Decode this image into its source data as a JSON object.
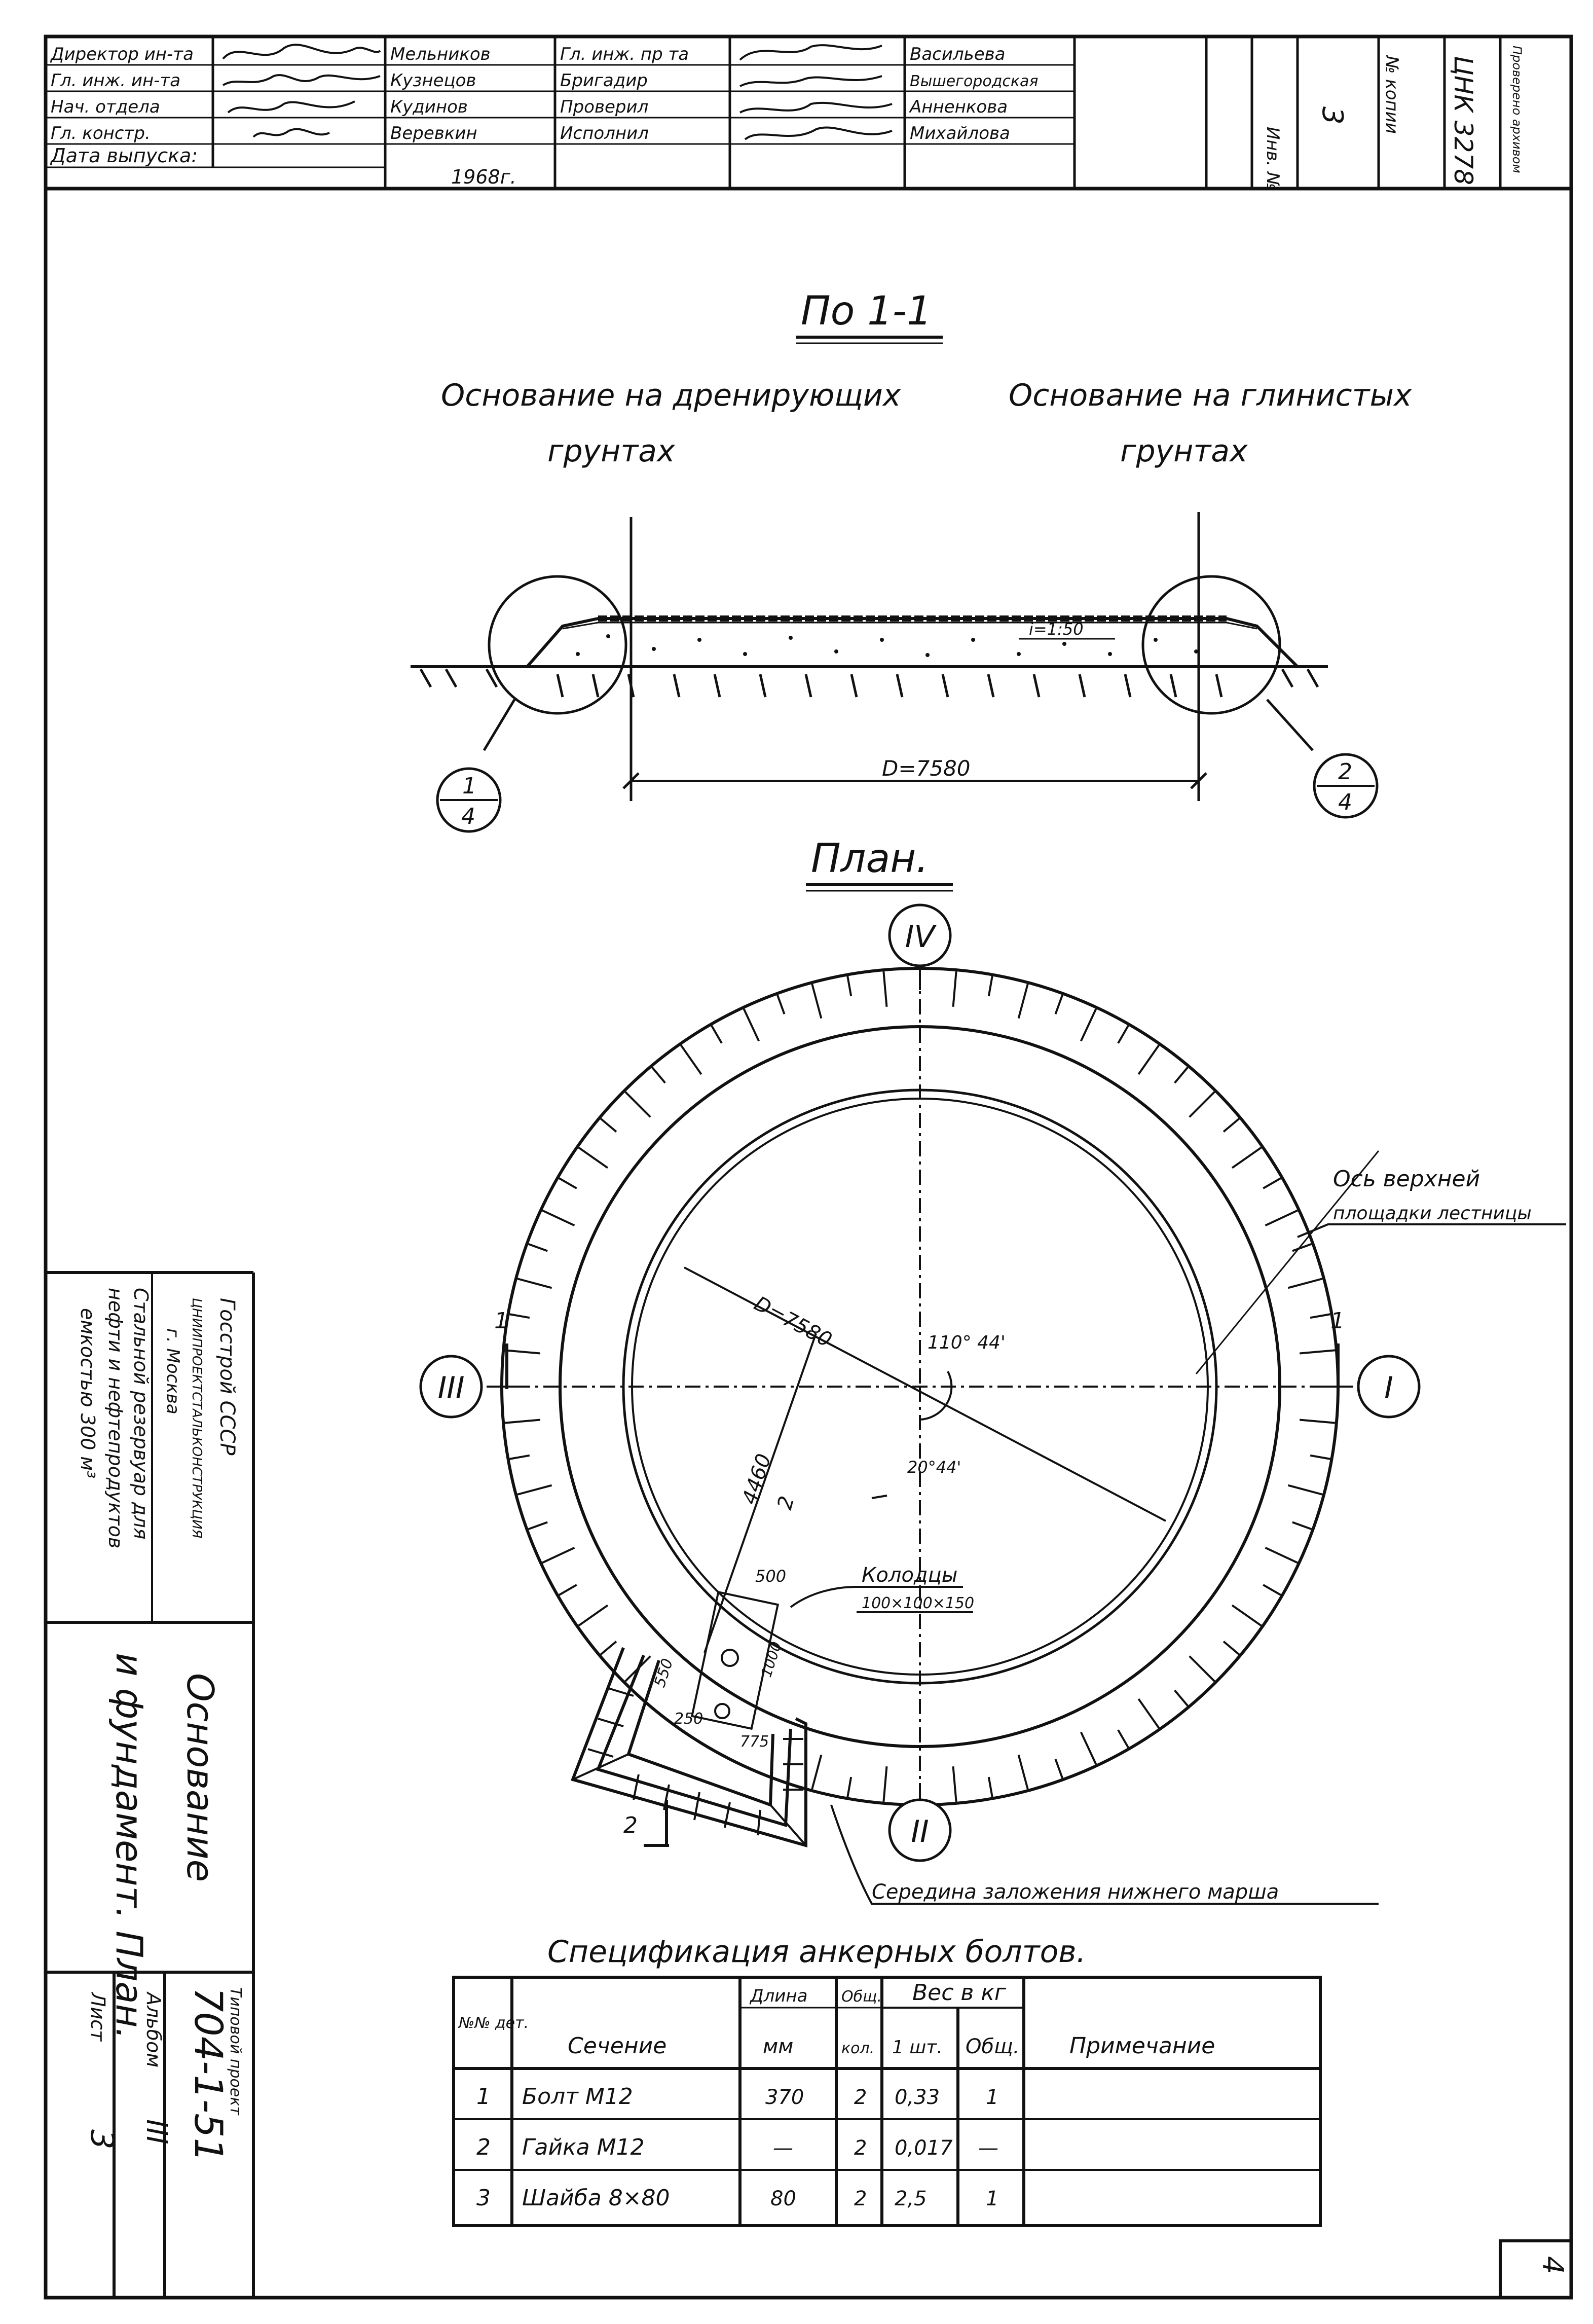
{
  "stamp": {
    "rows": [
      {
        "role": "Директор ин-та",
        "name": "Мельников",
        "role2": "Гл. инж. пр та",
        "name2": "Васильева"
      },
      {
        "role": "Гл. инж. ин-та",
        "name": "Кузнецов",
        "role2": "Бригадир",
        "name2": "Вышегородская"
      },
      {
        "role": "Нач. отдела",
        "name": "Кудинов",
        "role2": "Проверил",
        "name2": "Анненкова"
      },
      {
        "role": "Гл. констр.",
        "name": "Веревкин",
        "role2": "Исполнил",
        "name2": "Михайлова"
      }
    ],
    "date_label": "Дата выпуска:",
    "date_value": "1968г.",
    "col_inv": "Инв. №",
    "sheet_no": "3",
    "col_copy": "№ копии",
    "archive_no": "ЦНК 3278",
    "col_checked": "Проверено архивом"
  },
  "section": {
    "title": "По 1-1",
    "left_caption_1": "Основание на дренирующих",
    "left_caption_2": "грунтах",
    "right_caption_1": "Основание на глинистых",
    "right_caption_2": "грунтах",
    "slope": "i=1:50",
    "diameter": "D=7580",
    "callout_left_top": "1",
    "callout_left_bottom": "4",
    "callout_right_top": "2",
    "callout_right_bottom": "4"
  },
  "plan": {
    "title": "План.",
    "axes": {
      "top": "IV",
      "left": "III",
      "right": "I",
      "bottom": "II"
    },
    "diameter": "D=7580",
    "angle_main": "110° 44'",
    "angle_small": "20°44'",
    "dim_4460": "4460",
    "dim_500": "500",
    "dim_550": "550",
    "dim_1000": "1000",
    "dim_250": "250",
    "dim_775": "775",
    "section_mark_1": "1",
    "section_mark_2": "2",
    "label_wells": "Колодцы",
    "label_wells_size": "100×100×150",
    "label_axis_platform_1": "Ось верхней",
    "label_axis_platform_2": "площадки лестницы",
    "label_middle": "Середина заложения нижнего марша"
  },
  "org": {
    "org1": "Госстрой СССР",
    "org2": "ЦНИИПРОЕКТСТАЛЬКОНСТРУКЦИЯ",
    "org3": "г. Москва",
    "desc1": "Стальной резервуар для",
    "desc2": "нефти и нефтепродуктов",
    "desc3": "емкостью 300 м³",
    "title1": "Основание",
    "title2": "и фундамент. План.",
    "typical_label": "Типовой проект",
    "project_no": "704-1-51",
    "album_label": "Альбом",
    "album_no": "III",
    "sheet_label": "Лист",
    "sheet_no": "3"
  },
  "spec": {
    "title": "Спецификация анкерных болтов.",
    "headers": {
      "num": "№№ дет.",
      "section": "Сечение",
      "length": "Длина",
      "length_unit": "мм",
      "qty": "Общ.",
      "qty_unit": "кол.",
      "weight": "Вес в кг",
      "weight_one": "1 шт.",
      "weight_total": "Общ.",
      "note": "Примечание"
    },
    "rows": [
      {
        "n": "1",
        "name": "Болт М12",
        "len": "370",
        "qty": "2",
        "w1": "0,33",
        "wt": "1",
        "note": ""
      },
      {
        "n": "2",
        "name": "Гайка М12",
        "len": "—",
        "qty": "2",
        "w1": "0,017",
        "wt": "—",
        "note": ""
      },
      {
        "n": "3",
        "name": "Шайба 8×80",
        "len": "80",
        "qty": "2",
        "w1": "2,5",
        "wt": "1",
        "note": ""
      }
    ]
  },
  "page_number": "4"
}
